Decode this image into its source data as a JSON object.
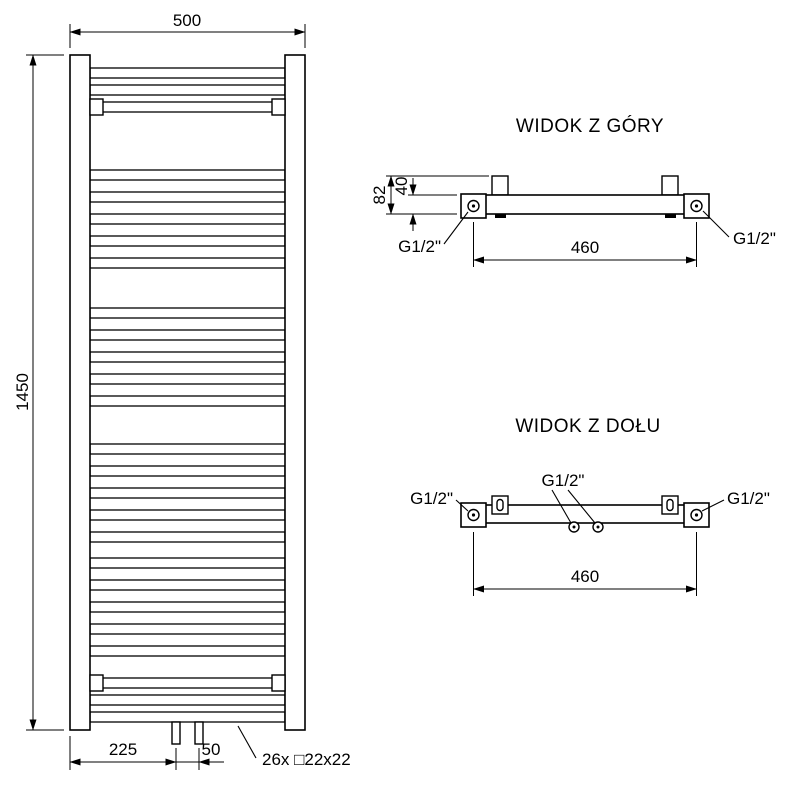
{
  "front_view": {
    "dim_width": "500",
    "dim_height": "1450",
    "dim_bottom_left": "225",
    "dim_bottom_right": "50",
    "profile_note": "26x □22x22"
  },
  "top_view": {
    "title": "WIDOK Z GÓRY",
    "dim_depth_total": "82",
    "dim_depth_bar": "40",
    "dim_connection_spacing": "460",
    "left_connection": "G1/2\"",
    "right_connection": "G1/2\""
  },
  "bottom_view": {
    "title": "WIDOK Z DOŁU",
    "dim_connection_spacing": "460",
    "left_connection": "G1/2\"",
    "center_connection": "G1/2\"",
    "right_connection": "G1/2\""
  }
}
